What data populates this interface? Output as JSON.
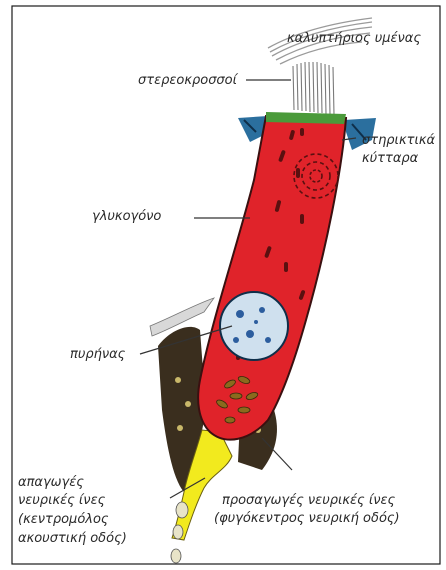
{
  "labels": {
    "tectorial_membrane": "καλυπτήριος υμένας",
    "stereocilia": "στερεοκροσσοί",
    "supporting_cells_1": "στηρικτικά",
    "supporting_cells_2": "κύτταρα",
    "glycogen": "γλυκογόνο",
    "nucleus": "πυρήνας",
    "efferent_1": "απαγωγές",
    "efferent_2": "νευρικές ίνες",
    "efferent_3": "(κεντρομόλος",
    "efferent_4": "ακουστική οδός)",
    "afferent_1": "προσαγωγές νευρικές ίνες",
    "afferent_2": "(φυγόκεντρος νευρική οδός)"
  },
  "colors": {
    "cell_body": "#e0232a",
    "cell_outline": "#3a1010",
    "nucleus": "#cfe0ee",
    "nucleus_spots": "#2c5d9e",
    "supporting_cells": "#2b6f9e",
    "cap": "#4a9a3a",
    "nerve_fiber": "#f2ea1e",
    "granules": "#8a6a1e",
    "nerve_tissue": "#3a2e1e"
  }
}
